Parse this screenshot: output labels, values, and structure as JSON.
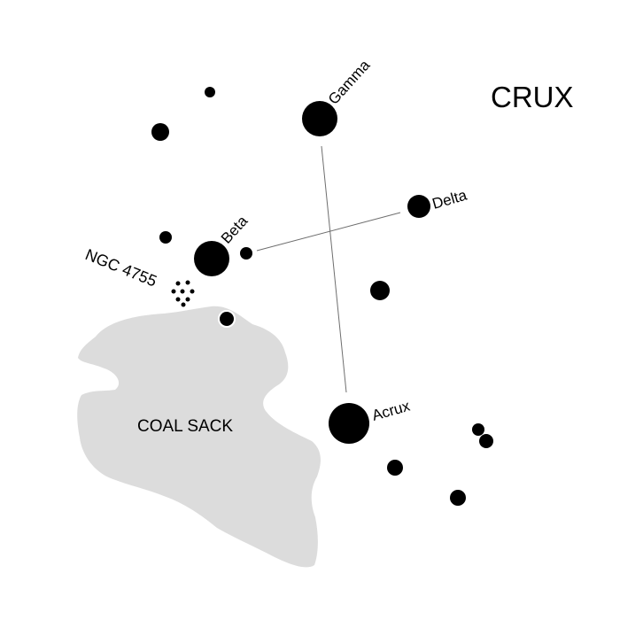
{
  "title": "CRUX",
  "coal_sack_label": "COAL SACK",
  "cluster_label": "NGC 4755",
  "stars": {
    "gamma": "Gamma",
    "delta": "Delta",
    "beta": "Beta",
    "acrux": "Acrux"
  },
  "colors": {
    "star": "#000000",
    "star_outline": "#ffffff",
    "nebula": "#dcdcdc",
    "line": "#6e6e6e"
  }
}
